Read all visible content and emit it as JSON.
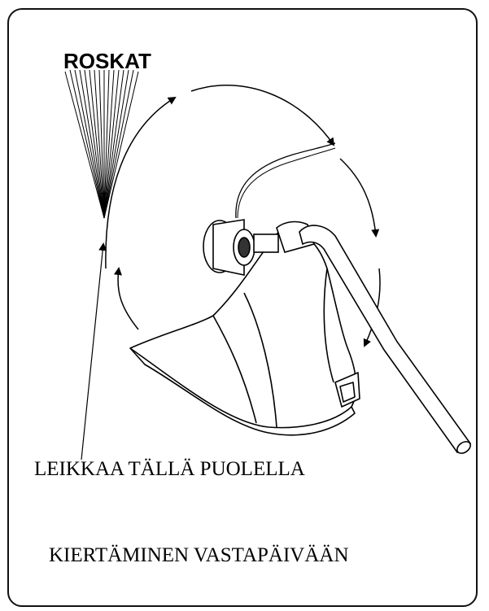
{
  "labels": {
    "debris": "ROSKAT",
    "cut_side": "LEIKKAA TÄLLÄ PUOLELLA",
    "rotation": "KIERTÄMINEN VASTAPÄIVÄÄN"
  }
}
